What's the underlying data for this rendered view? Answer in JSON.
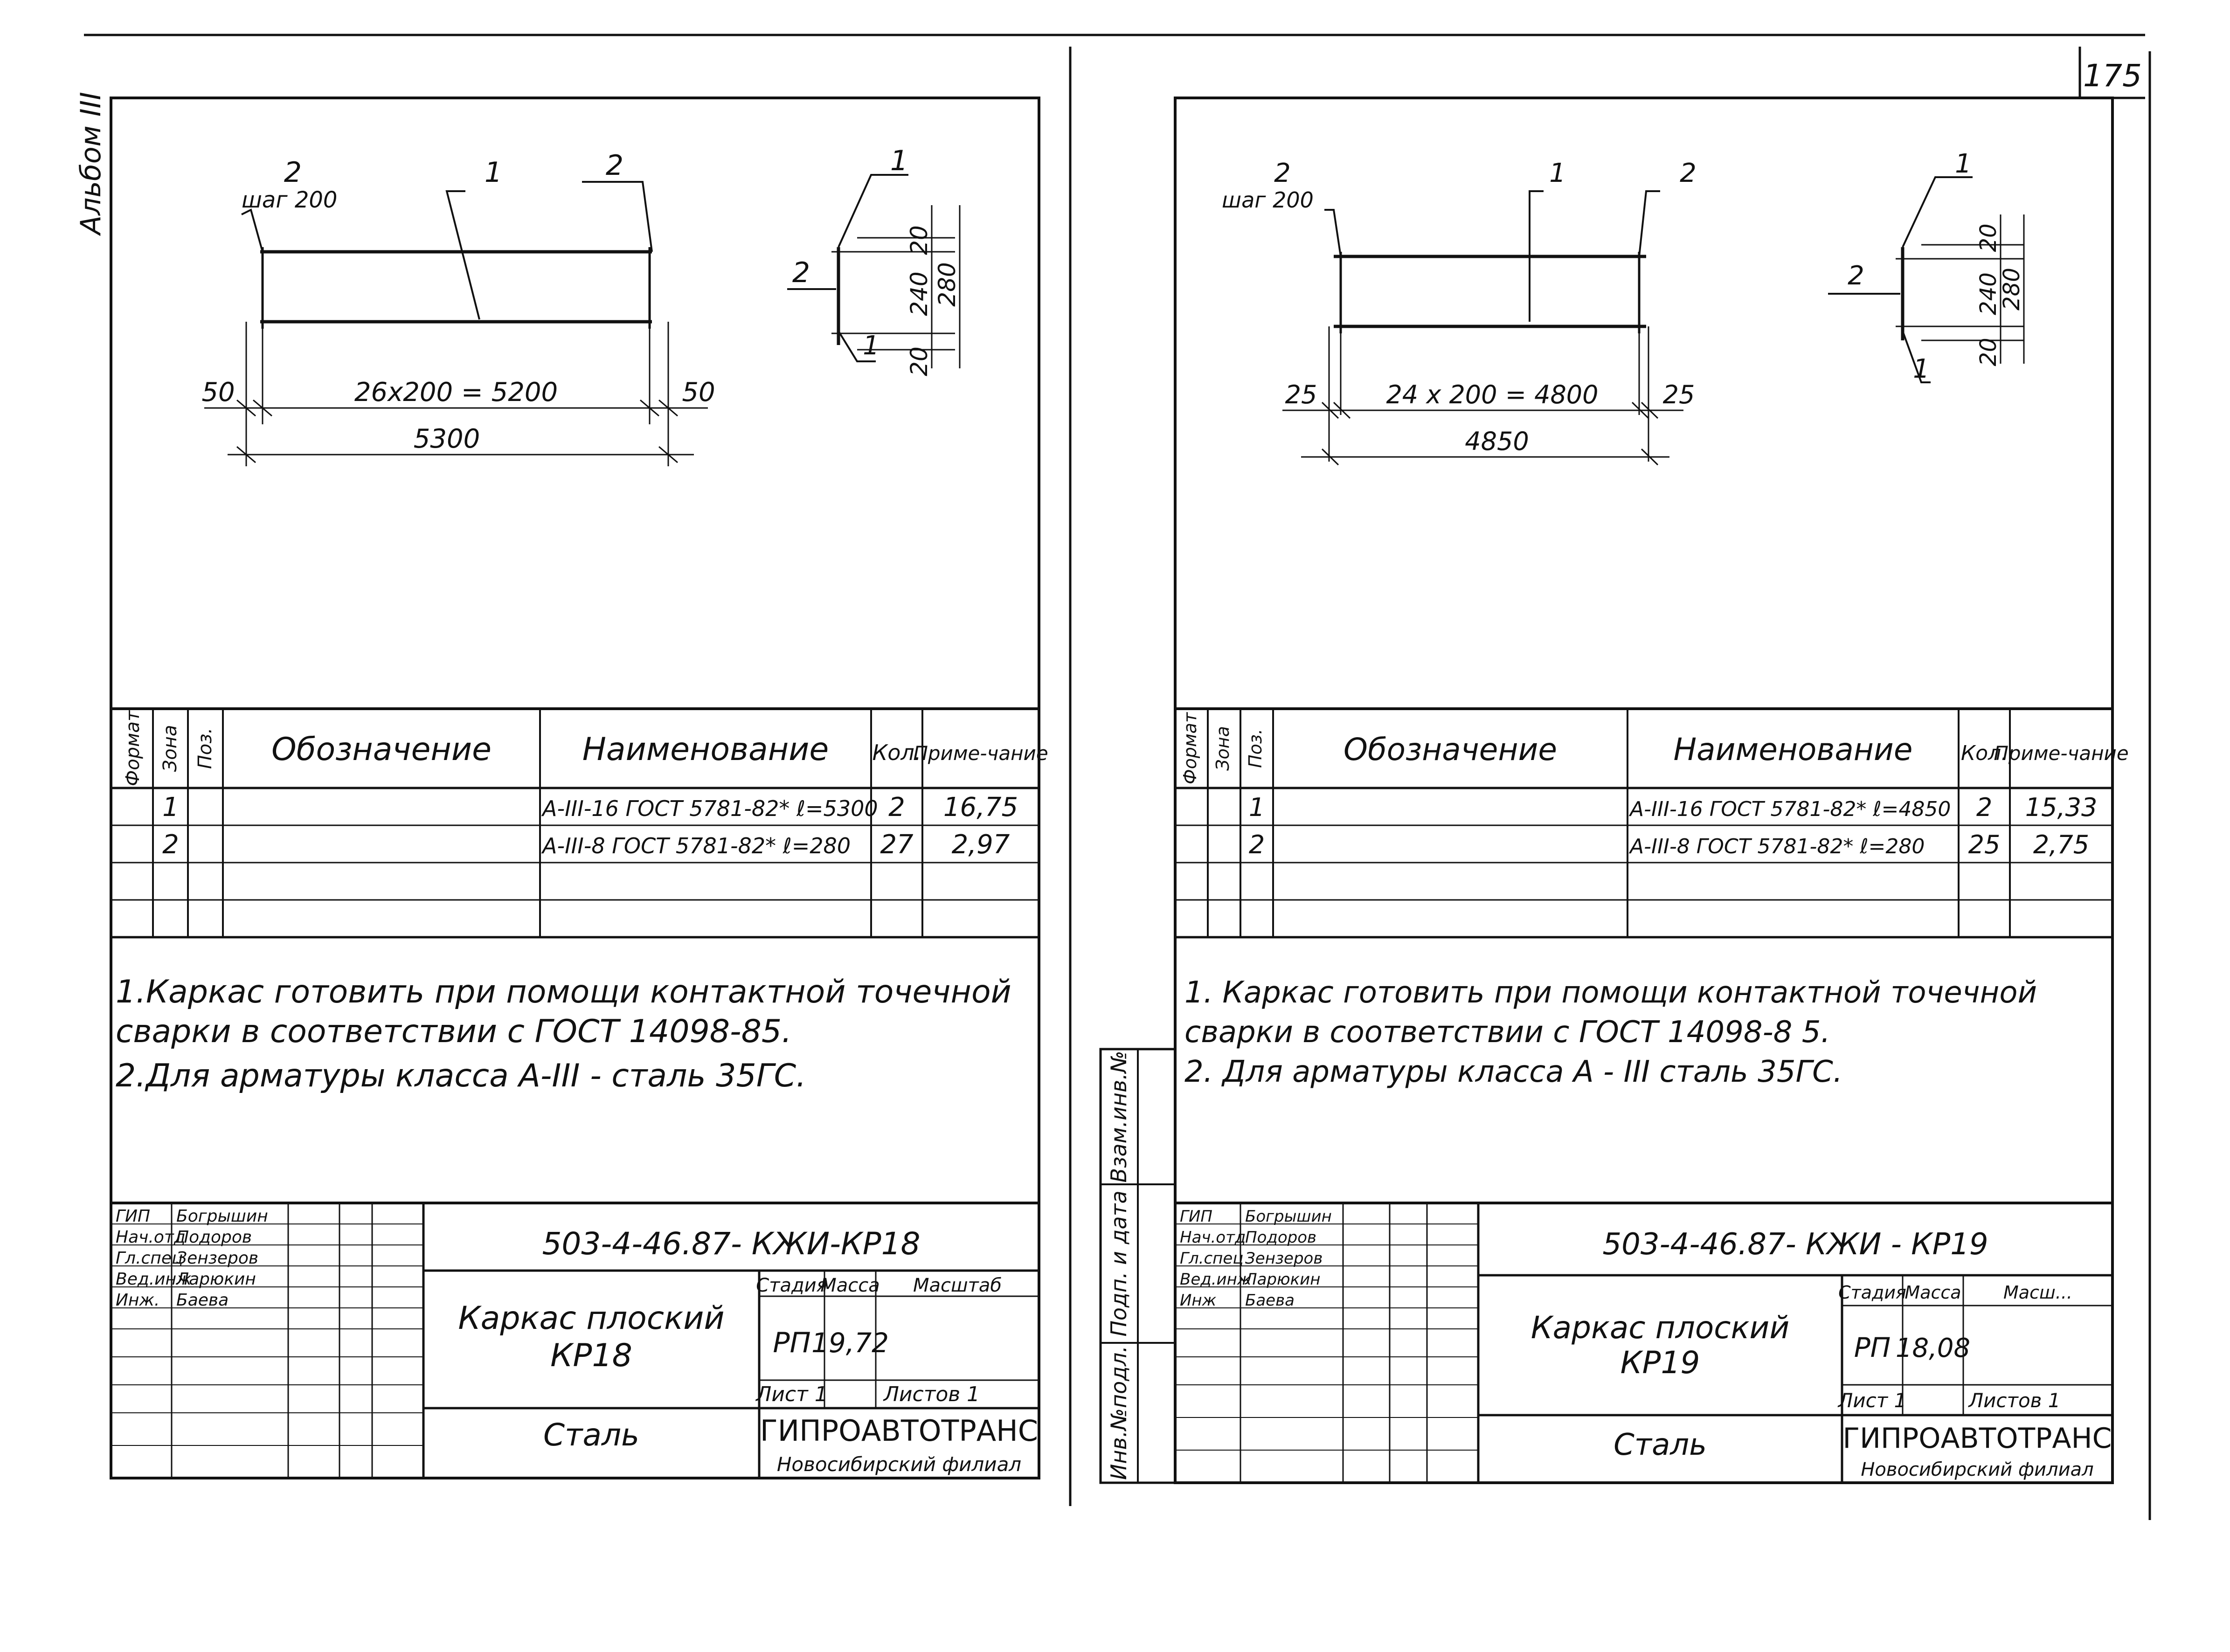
{
  "page_number": "175",
  "album_label": "Альбом III",
  "left_stamp": [
    "Инв.№подл.",
    "Подп. и дата",
    "Взам.инв.№"
  ],
  "sheets": [
    {
      "drawing": {
        "callouts": {
          "pos2_left": "2",
          "pitch": "шаг 200",
          "pos1": "1",
          "pos2_right": "2"
        },
        "dims": {
          "end_left": "50",
          "span": "26х200 = 5200",
          "end_right": "50",
          "overall": "5300"
        },
        "section": {
          "pos1_top": "1",
          "pos2": "2",
          "pos1_bottom": "1",
          "d_top": "20",
          "d_mid": "240",
          "d_bot": "20",
          "d_total": "280"
        }
      },
      "spec": {
        "headers": {
          "format": "Формат",
          "zone": "Зона",
          "pos": "Поз.",
          "designation": "Обозначение",
          "name": "Наименование",
          "qty": "Кол.",
          "note": "Приме-чание"
        },
        "rows": [
          {
            "pos": "1",
            "name": "А-III-16 ГОСТ 5781-82* ℓ=5300",
            "qty": "2",
            "note": "16,75"
          },
          {
            "pos": "2",
            "name": "А-III-8 ГОСТ 5781-82* ℓ=280",
            "qty": "27",
            "note": "2,97"
          }
        ]
      },
      "notes": [
        "1.Каркас готовить при помощи контактной точечной",
        "сварки в соответствии с ГОСТ 14098-85.",
        "2.Для арматуры класса А-III - сталь 35ГС."
      ],
      "title_block": {
        "staff": [
          {
            "role": "ГИП",
            "name": "Богрышин"
          },
          {
            "role": "Нач.отд",
            "name": "Подоров"
          },
          {
            "role": "Гл.спец",
            "name": "Зензеров"
          },
          {
            "role": "Вед.инж",
            "name": "Ларюкин"
          },
          {
            "role": "Инж.",
            "name": "Баева"
          }
        ],
        "code": "503-4-46.87- КЖИ-КР18",
        "title": [
          "Каркас плоский",
          "КР18"
        ],
        "material": "Сталь",
        "stage_header": "Стадия",
        "mass_header": "Масса",
        "scale_header": "Масштаб",
        "stage": "РП",
        "mass": "19,72",
        "scale": "",
        "sheet": "Лист 1",
        "sheets_total": "Листов 1",
        "org": "ГИПРОАВТОТРАНС",
        "branch": "Новосибирский филиал"
      }
    },
    {
      "drawing": {
        "callouts": {
          "pos2_left": "2",
          "pitch": "шаг 200",
          "pos1": "1",
          "pos2_right": "2"
        },
        "dims": {
          "end_left": "25",
          "span": "24 х 200 = 4800",
          "end_right": "25",
          "overall": "4850"
        },
        "section": {
          "pos1_top": "1",
          "pos2": "2",
          "pos1_bottom": "1",
          "d_top": "20",
          "d_mid": "240",
          "d_bot": "20",
          "d_total": "280"
        }
      },
      "spec": {
        "headers": {
          "format": "Формат",
          "zone": "Зона",
          "pos": "Поз.",
          "designation": "Обозначение",
          "name": "Наименование",
          "qty": "Кол.",
          "note": "Приме-чание"
        },
        "rows": [
          {
            "pos": "1",
            "name": "А-III-16 ГОСТ 5781-82* ℓ=4850",
            "qty": "2",
            "note": "15,33"
          },
          {
            "pos": "2",
            "name": "А-III-8 ГОСТ 5781-82* ℓ=280",
            "qty": "25",
            "note": "2,75"
          }
        ]
      },
      "notes": [
        "1. Каркас готовить при помощи контактной точечной",
        "сварки в соответствии с ГОСТ 14098-8 5.",
        "2. Для арматуры класса А - III сталь 35ГС."
      ],
      "title_block": {
        "staff": [
          {
            "role": "ГИП",
            "name": "Богрышин"
          },
          {
            "role": "Нач.отд",
            "name": "Подоров"
          },
          {
            "role": "Гл.спец",
            "name": "Зензеров"
          },
          {
            "role": "Вед.инж",
            "name": "Ларюкин"
          },
          {
            "role": "Инж",
            "name": "Баева"
          }
        ],
        "code": "503-4-46.87- КЖИ - КР19",
        "title": [
          "Каркас плоский",
          "КР19"
        ],
        "material": "Сталь",
        "stage_header": "Стадия",
        "mass_header": "Масса",
        "scale_header": "Масш...",
        "stage": "РП",
        "mass": "18,08",
        "scale": "",
        "sheet": "Лист 1",
        "sheets_total": "Листов 1",
        "org": "ГИПРОАВТОТРАНС",
        "branch": "Новосибирский филиал"
      }
    }
  ]
}
